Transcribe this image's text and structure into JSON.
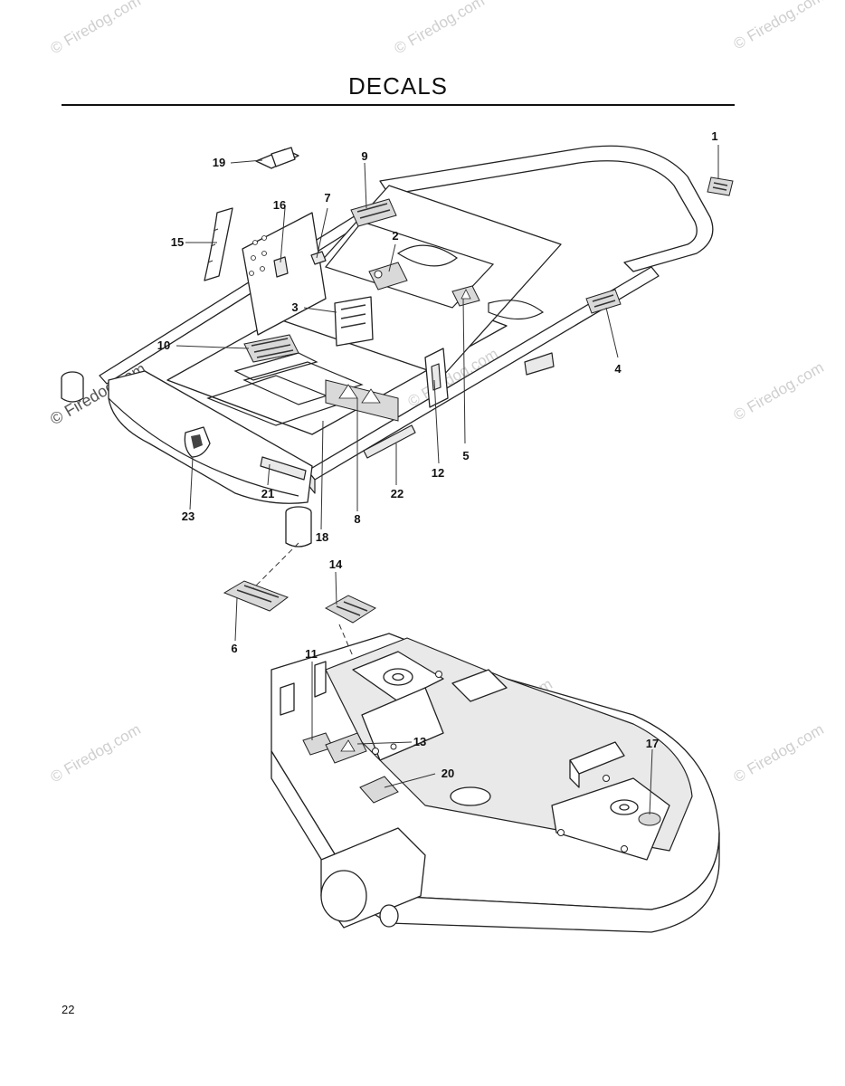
{
  "page": {
    "title": "DECALS",
    "page_number": "22",
    "watermark": "© Firedog.com"
  },
  "callouts": [
    "1",
    "2",
    "3",
    "4",
    "5",
    "6",
    "7",
    "8",
    "9",
    "10",
    "11",
    "12",
    "13",
    "14",
    "15",
    "16",
    "17",
    "18",
    "19",
    "20",
    "21",
    "22",
    "23"
  ]
}
